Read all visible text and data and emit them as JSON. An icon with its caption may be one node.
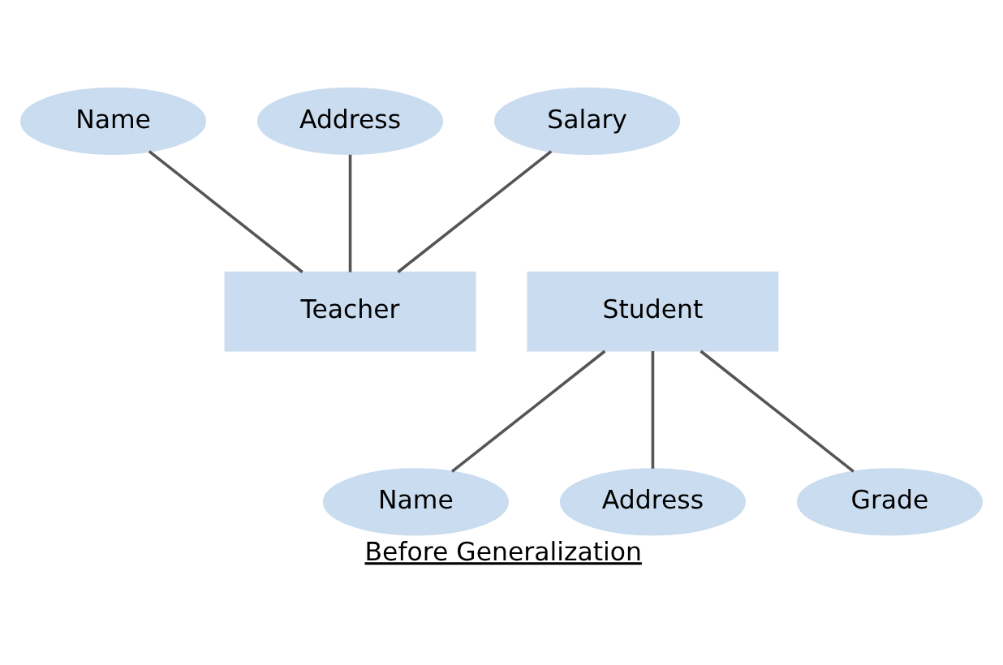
{
  "diagram": {
    "caption": "Before Generalization",
    "nodes": [
      {
        "text": [
          "Name"
        ]
      },
      {
        "text": [
          "Address"
        ]
      },
      {
        "text": [
          "Salary"
        ]
      },
      {
        "text": [
          "Student"
        ]
      },
      {
        "text": [
          "Teacher"
        ]
      },
      {
        "text": [
          "Name"
        ]
      },
      {
        "text": [
          "Address"
        ]
      },
      {
        "text": [
          "Grade"
        ]
      }
    ],
    "edges": [
      {
        "from": 0,
        "to": 4,
        "arrow": "none"
      },
      {
        "from": 1,
        "to": 4,
        "arrow": "none"
      },
      {
        "from": 2,
        "to": 4,
        "arrow": "none"
      },
      {
        "from": 3,
        "to": 5,
        "arrow": "none"
      },
      {
        "from": 3,
        "to": 6,
        "arrow": "none"
      },
      {
        "from": 3,
        "to": 7,
        "arrow": "none"
      }
    ]
  }
}
